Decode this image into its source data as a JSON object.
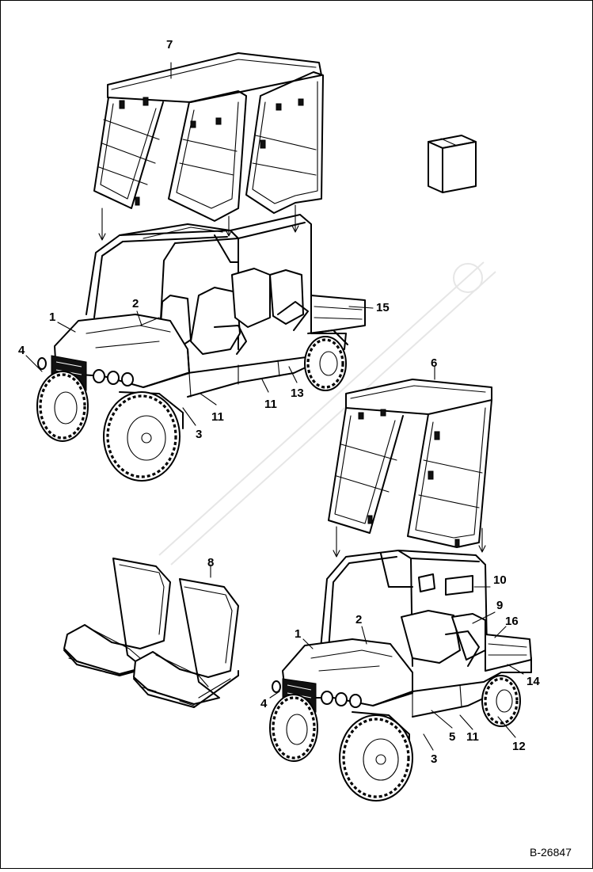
{
  "document_id": "B-26847",
  "callouts": {
    "c1_top": "1",
    "c2_top": "2",
    "c3_top": "3",
    "c4_top": "4",
    "c7": "7",
    "c11_a": "11",
    "c11_b": "11",
    "c13": "13",
    "c15": "15",
    "c6": "6",
    "c8": "8",
    "c10": "10",
    "c9": "9",
    "c16": "16",
    "c1_bot": "1",
    "c2_bot": "2",
    "c4_bot": "4",
    "c14": "14",
    "c5": "5",
    "c11_c": "11",
    "c12": "12",
    "c3_bot": "3"
  }
}
